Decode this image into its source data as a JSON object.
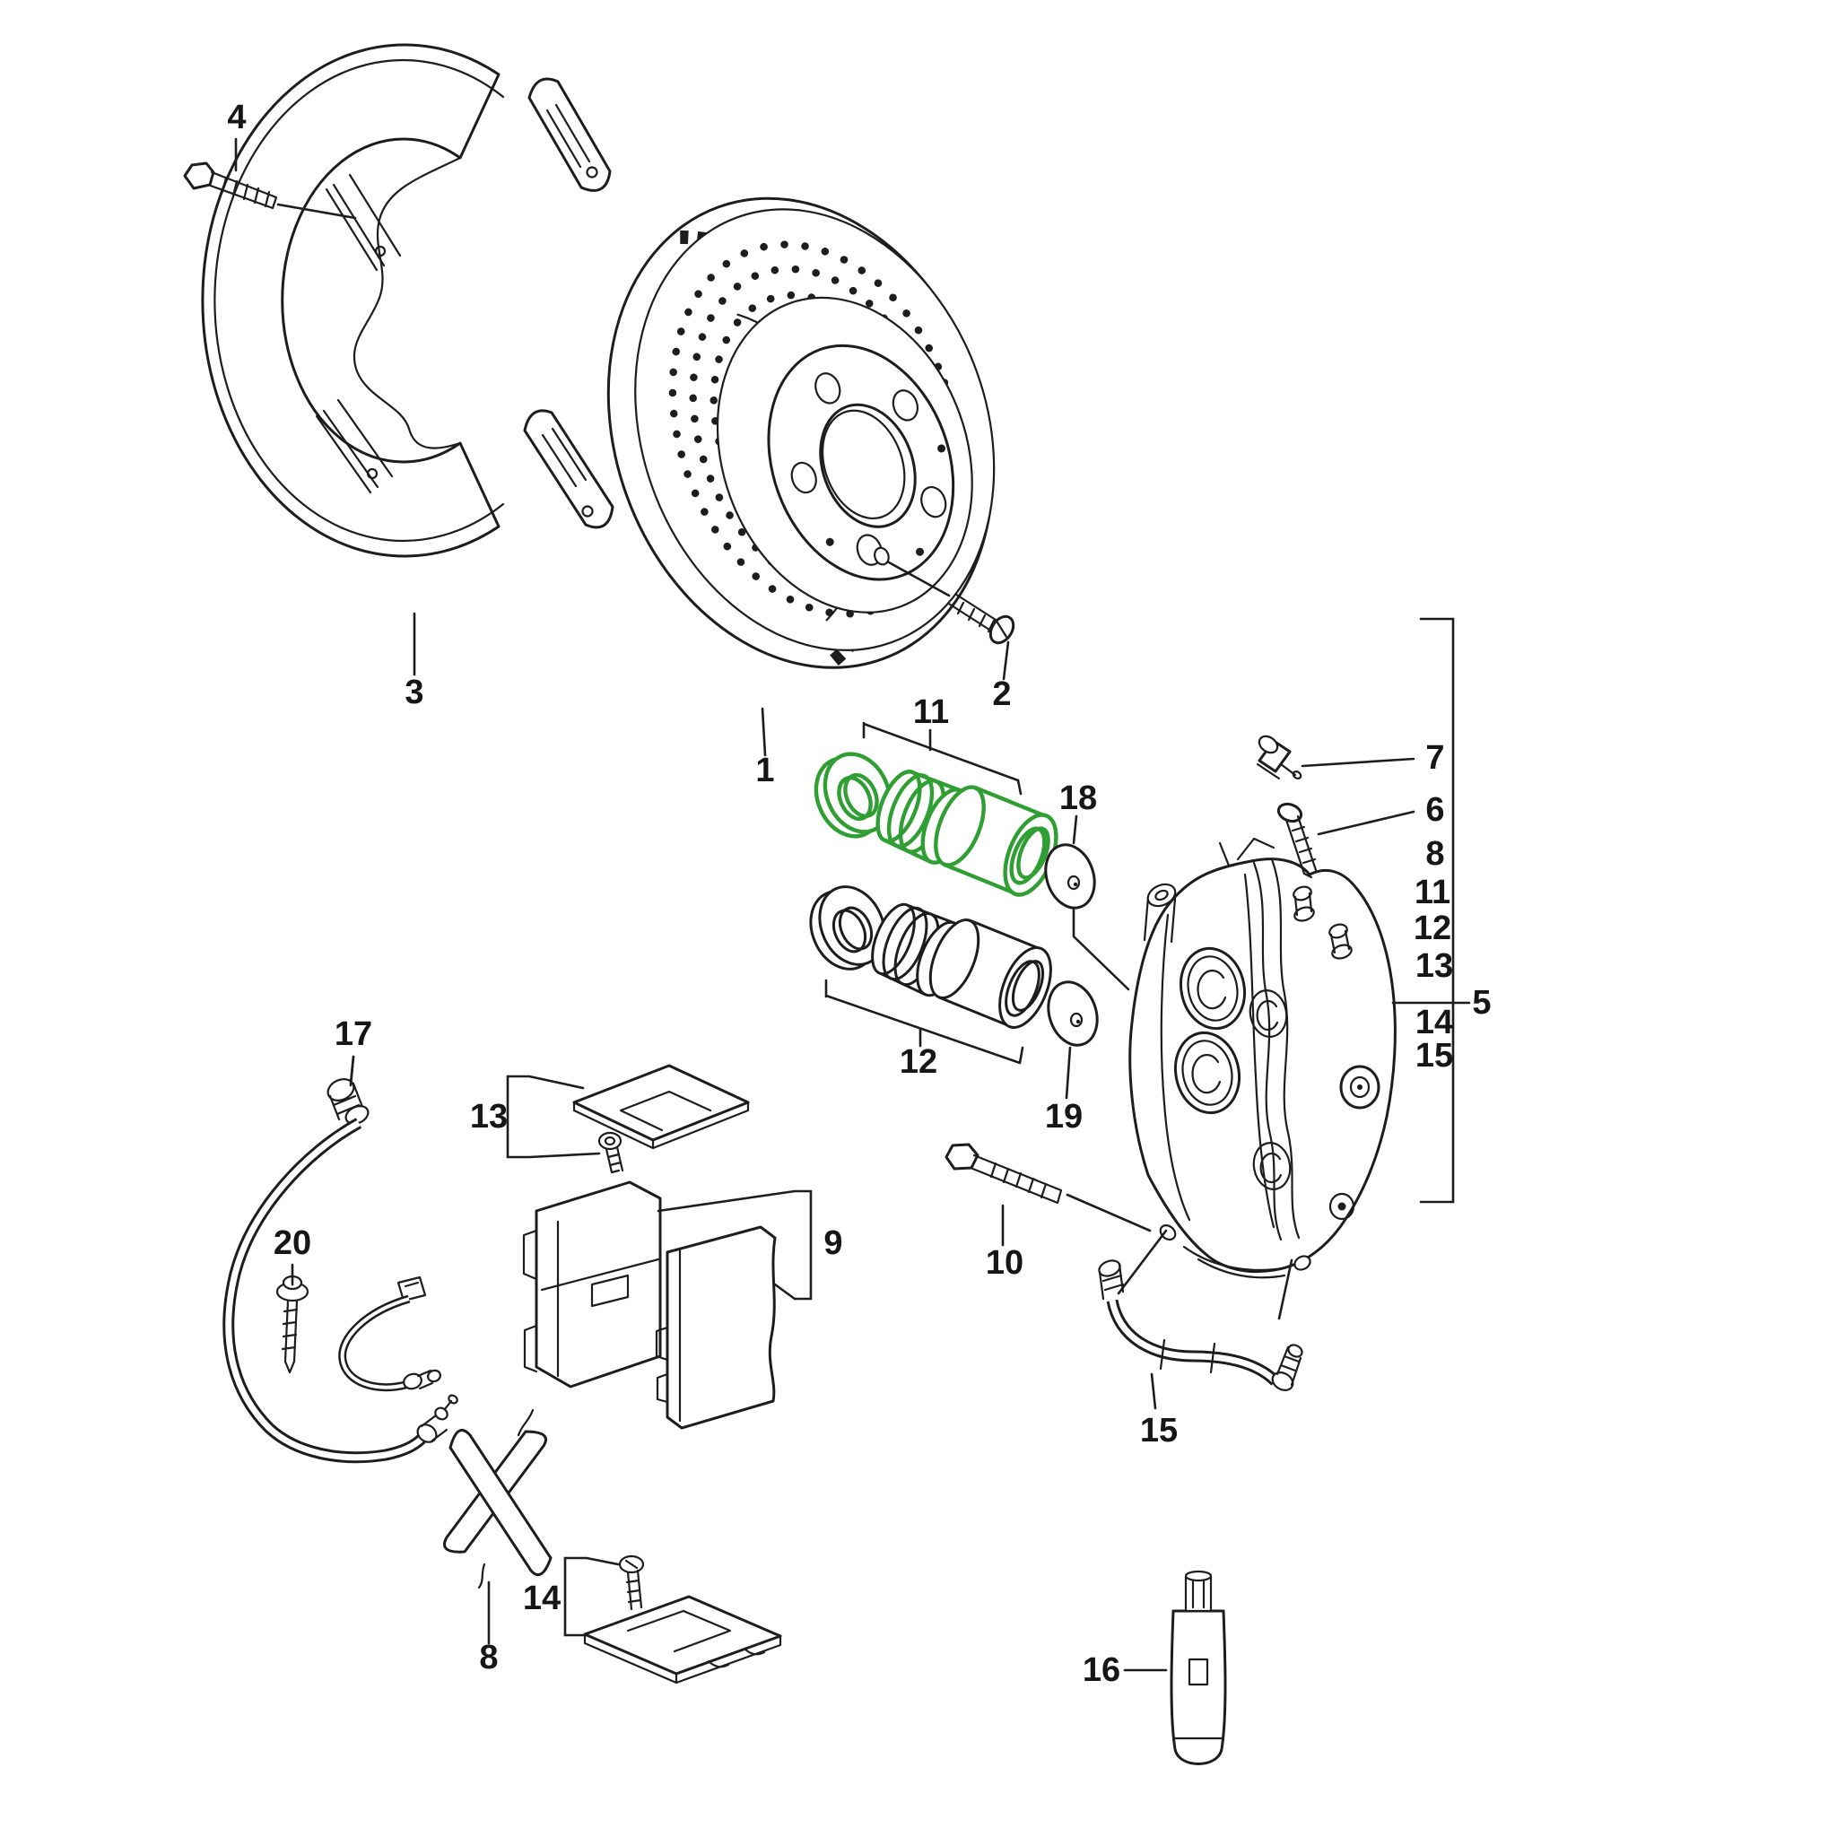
{
  "diagram": {
    "colors": {
      "background": "#ffffff",
      "line": "#1d1d1d",
      "highlight": "#2f9e33"
    },
    "callouts": {
      "part1": "1",
      "part2": "2",
      "part3": "3",
      "part4": "4",
      "part8": "8",
      "part9": "9",
      "part10": "10",
      "part11": "11",
      "part12": "12",
      "part13": "13",
      "part14": "14",
      "part15": "15",
      "part16": "16",
      "part17": "17",
      "part18": "18",
      "part19": "19",
      "part20": "20"
    },
    "column": {
      "group_label": "5",
      "items": [
        "7",
        "6",
        "8",
        "11",
        "12",
        "13",
        "14",
        "15"
      ]
    }
  }
}
